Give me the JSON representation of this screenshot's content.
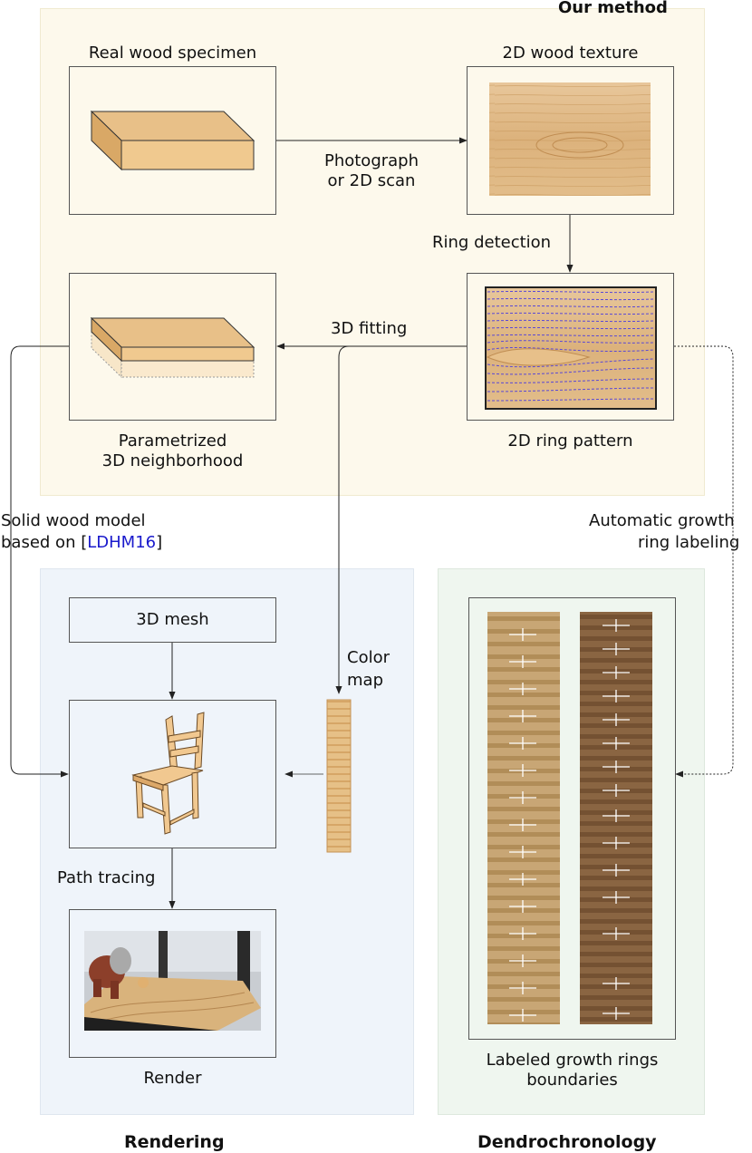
{
  "panels": {
    "method_title": "Our method",
    "rendering_title": "Rendering",
    "dendro_title": "Dendrochronology"
  },
  "nodes": {
    "real_wood": "Real wood specimen",
    "texture_2d": "2D wood texture",
    "ring_pattern": "2D ring pattern",
    "param_3d_line1": "Parametrized",
    "param_3d_line2": "3D neighborhood",
    "mesh_3d": "3D mesh",
    "render": "Render",
    "labeled_line1": "Labeled growth rings",
    "labeled_line2": "boundaries"
  },
  "edges": {
    "photograph_line1": "Photograph",
    "photograph_line2": "or 2D scan",
    "ring_detection": "Ring detection",
    "fitting_3d": "3D fitting",
    "solid_line1": "Solid wood model",
    "solid_line2_prefix": "based on [",
    "solid_ref": "LDHM16",
    "solid_line2_suffix": "]",
    "auto_line1": "Automatic growth",
    "auto_line2": "ring labeling",
    "color_line1": "Color",
    "color_line2": "map",
    "path_tracing": "Path tracing"
  },
  "colors": {
    "method_bg": "#fdf9ec",
    "rendering_bg": "#eff4fa",
    "dendro_bg": "#eff6ef",
    "wood_top": "#e8c088",
    "wood_front": "#f0c98f",
    "wood_side": "#d9a866",
    "link": "#1a1acc"
  }
}
